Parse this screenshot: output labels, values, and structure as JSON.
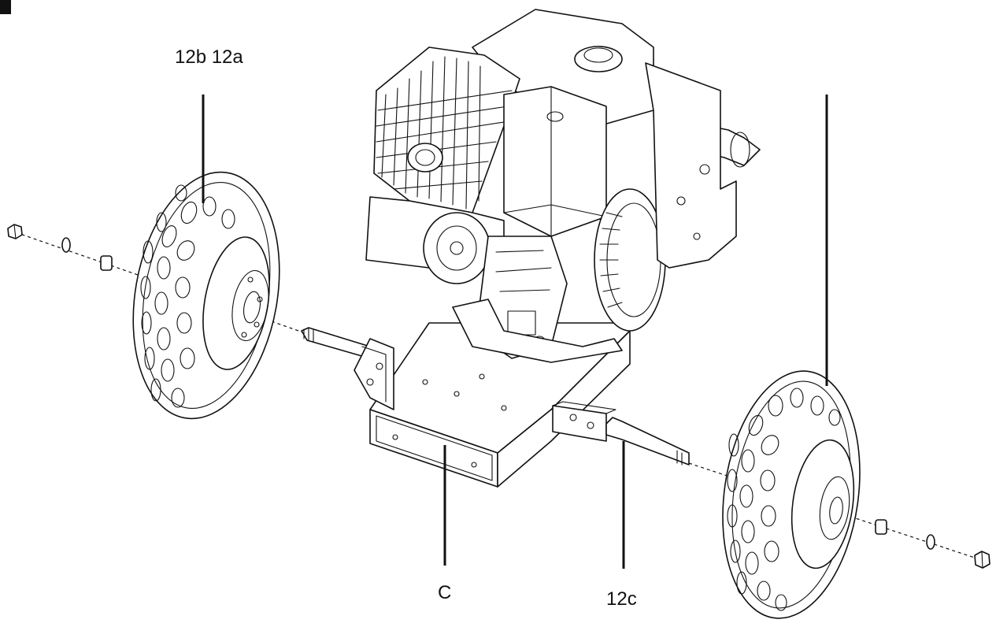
{
  "callouts": {
    "wheel_left": "12b 12a",
    "frame": "C",
    "axle_right": "12c"
  }
}
